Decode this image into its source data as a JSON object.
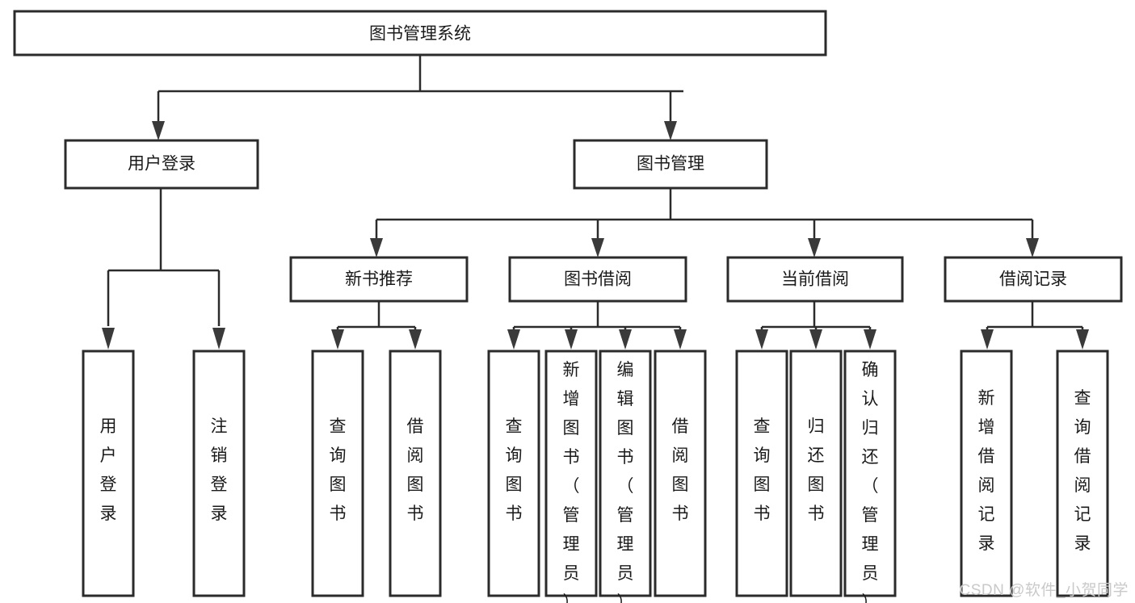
{
  "diagram": {
    "type": "tree-hierarchy-flowchart",
    "title": "图书管理系统",
    "colors": {
      "box_fill": "#ffffff",
      "box_stroke": "#2b2b2b",
      "connector": "#2b2b2b",
      "arrow": "#3a3a3a",
      "text": "#1a1a1a",
      "watermark": "#c9c9c9",
      "background": "#ffffff"
    },
    "root": {
      "label": "图书管理系统"
    },
    "level2": [
      {
        "label": "用户登录"
      },
      {
        "label": "图书管理"
      }
    ],
    "level3": [
      {
        "label": "新书推荐"
      },
      {
        "label": "图书借阅"
      },
      {
        "label": "当前借阅"
      },
      {
        "label": "借阅记录"
      }
    ],
    "leaves": {
      "user_login": [
        {
          "label": "用户登录"
        },
        {
          "label": "注销登录"
        }
      ],
      "new_book_recommend": [
        {
          "label": "查询图书"
        },
        {
          "label": "借阅图书"
        }
      ],
      "book_borrow": [
        {
          "label": "查询图书"
        },
        {
          "label": "新增图书（管理员）"
        },
        {
          "label": "编辑图书（管理员）"
        },
        {
          "label": "借阅图书"
        }
      ],
      "current_borrow": [
        {
          "label": "查询图书"
        },
        {
          "label": "归还图书"
        },
        {
          "label": "确认归还（管理员）"
        }
      ],
      "borrow_record": [
        {
          "label": "新增借阅记录"
        },
        {
          "label": "查询借阅记录"
        }
      ]
    }
  },
  "watermark": {
    "text": "CSDN @软件_小贺同学"
  }
}
